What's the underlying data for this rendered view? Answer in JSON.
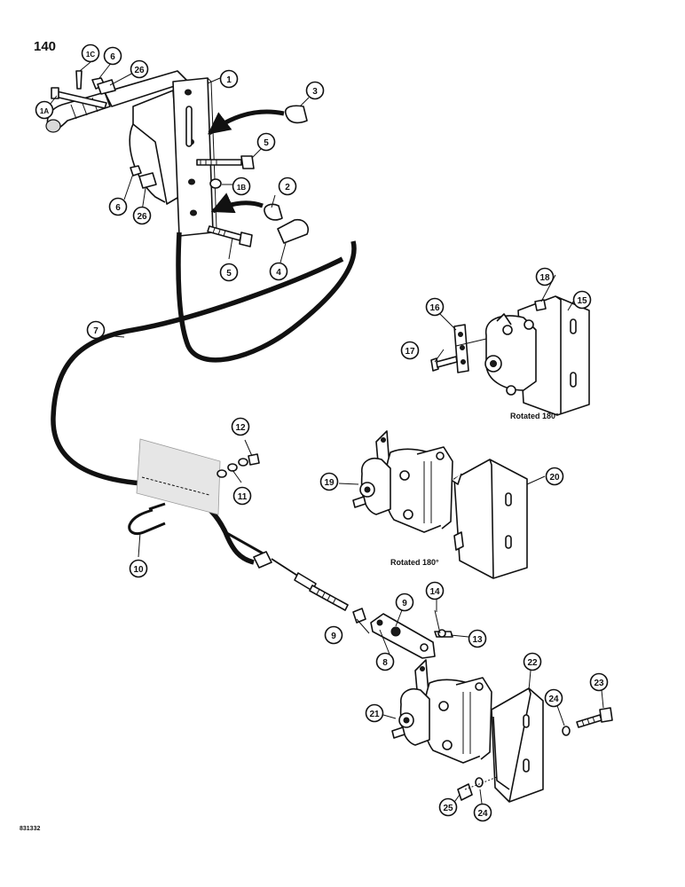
{
  "page_number": "140",
  "drawing_code": "831332",
  "captions": {
    "rotated_top": "Rotated 180°",
    "rotated_mid": "Rotated 180°"
  },
  "callouts": [
    "1",
    "1A",
    "1B",
    "1C",
    "2",
    "3",
    "4",
    "5",
    "5",
    "6",
    "6",
    "7",
    "8",
    "9",
    "9",
    "10",
    "11",
    "12",
    "13",
    "14",
    "15",
    "16",
    "17",
    "18",
    "19",
    "20",
    "21",
    "22",
    "23",
    "24",
    "24",
    "25",
    "26",
    "26"
  ],
  "colors": {
    "ink": "#111111",
    "paper": "#ffffff"
  }
}
